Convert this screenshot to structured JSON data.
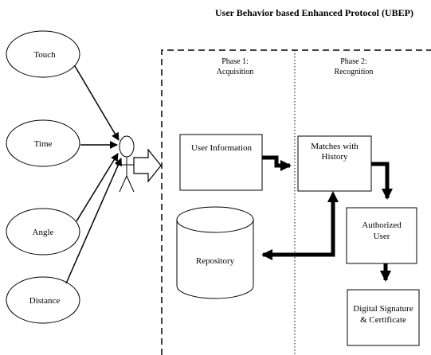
{
  "title": "User Behavior based Enhanced Protocol (UBEP)",
  "inputs": {
    "touch": "Touch",
    "time": "Time",
    "angle": "Angle",
    "distance": "Distance"
  },
  "phase1": {
    "line1": "Phase 1:",
    "line2": "Acquisition"
  },
  "phase2": {
    "line1": "Phase 2:",
    "line2": "Recognition"
  },
  "boxes": {
    "user_information": "User Information",
    "matches_line1": "Matches with",
    "matches_line2": "History",
    "authorized_line1": "Authorized",
    "authorized_line2": "User",
    "signature_line1": "Digital Signature",
    "signature_line2": "& Certificate",
    "repository": "Repository"
  }
}
